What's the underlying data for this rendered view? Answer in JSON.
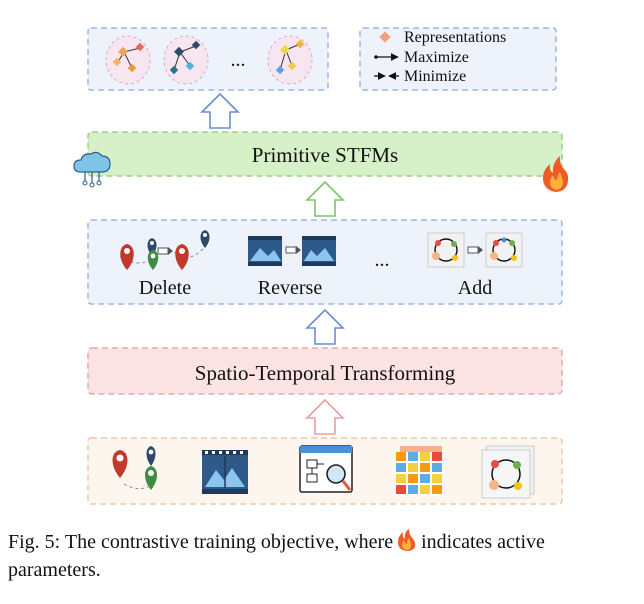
{
  "top_legend": {
    "representations": "Representations",
    "maximize": "Maximize",
    "minimize": "Minimize",
    "ellipsis": "..."
  },
  "stfm_box": {
    "title": "Primitive STFMs"
  },
  "augment_box": {
    "delete_label": "Delete",
    "reverse_label": "Reverse",
    "ellipsis": "...",
    "add_label": "Add"
  },
  "transform_box": {
    "title": "Spatio-Temporal Transforming"
  },
  "caption": {
    "prefix": "Fig. 5: The contrastive training objective, where",
    "suffix": "indicates active parameters."
  },
  "colors": {
    "blue_box": "#eef3fb",
    "blue_border": "#9db8e0",
    "green_box": "#d6f0c8",
    "pink_box": "#fbe3e3",
    "cream_box": "#fdf6ee",
    "pin_red": "#c0392b",
    "pin_blue": "#2e4a6b",
    "pin_green": "#3e8e41"
  }
}
